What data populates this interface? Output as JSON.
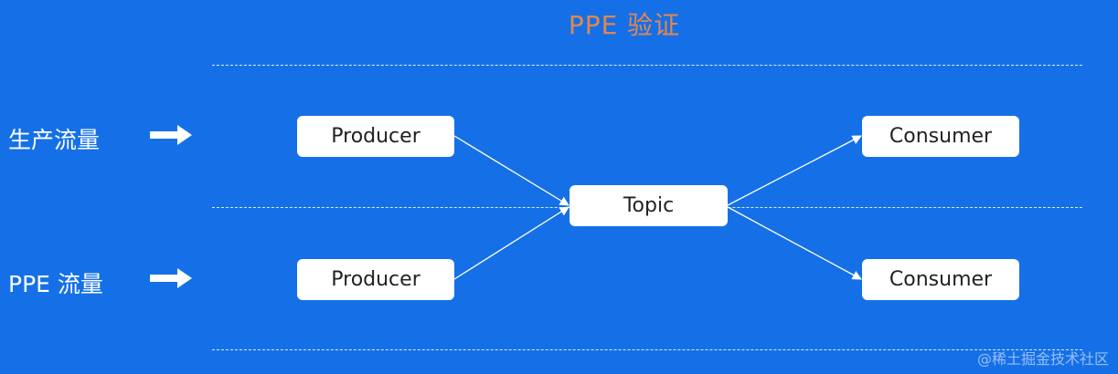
{
  "title": "PPE 验证",
  "rows": {
    "production": {
      "label": "生产流量"
    },
    "ppe": {
      "label": "PPE 流量"
    }
  },
  "nodes": {
    "producer_top": "Producer",
    "producer_bottom": "Producer",
    "topic": "Topic",
    "consumer_top": "Consumer",
    "consumer_bottom": "Consumer"
  },
  "colors": {
    "background": "#1570e8",
    "title": "#e3874c",
    "node_fill": "#ffffff",
    "line": "#ffffff"
  },
  "icons": {
    "row_arrow": "arrow-right-icon"
  },
  "watermark": "@稀土掘金技术社区"
}
